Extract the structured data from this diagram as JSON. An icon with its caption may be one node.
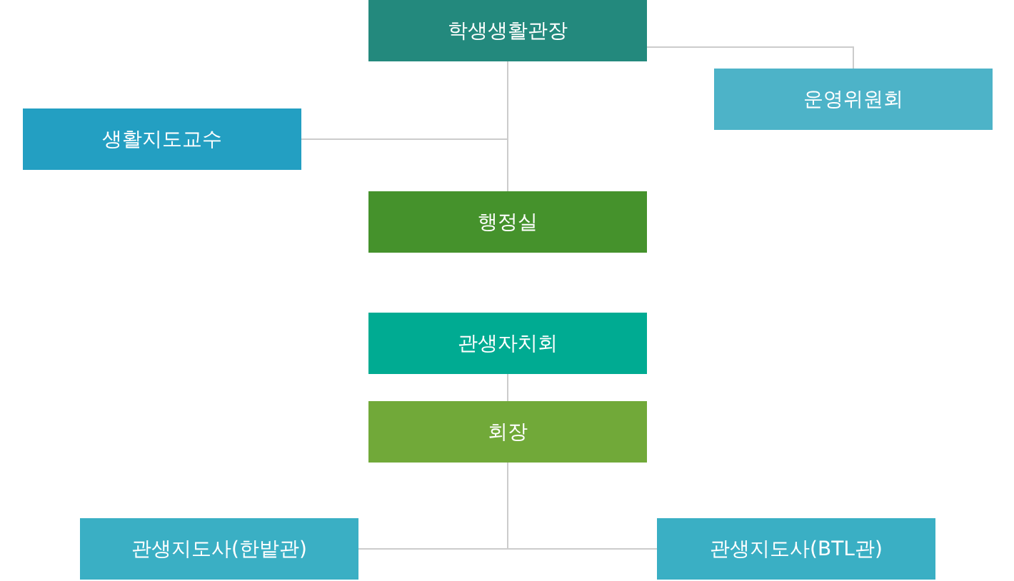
{
  "diagram": {
    "nodes": [
      {
        "text": [
          "학생생활관장"
        ]
      },
      {
        "text": [
          "운영위원회"
        ]
      },
      {
        "text": [
          "생활지도교수"
        ]
      },
      {
        "text": [
          "행정실"
        ]
      },
      {
        "text": [
          "관생자치회"
        ]
      },
      {
        "text": [
          "회장"
        ]
      },
      {
        "text": [
          "관생지도사(한밭관)"
        ]
      },
      {
        "text": [
          "관생지도사(BTL관)"
        ]
      }
    ],
    "edges": [
      {
        "from": 0,
        "to": 1,
        "arrow": "none"
      },
      {
        "from": 0,
        "to": 2,
        "arrow": "none"
      },
      {
        "from": 0,
        "to": 3,
        "arrow": "none"
      },
      {
        "from": 4,
        "to": 5,
        "arrow": "none"
      },
      {
        "from": 5,
        "to": 6,
        "arrow": "none"
      },
      {
        "from": 5,
        "to": 7,
        "arrow": "none"
      }
    ]
  }
}
